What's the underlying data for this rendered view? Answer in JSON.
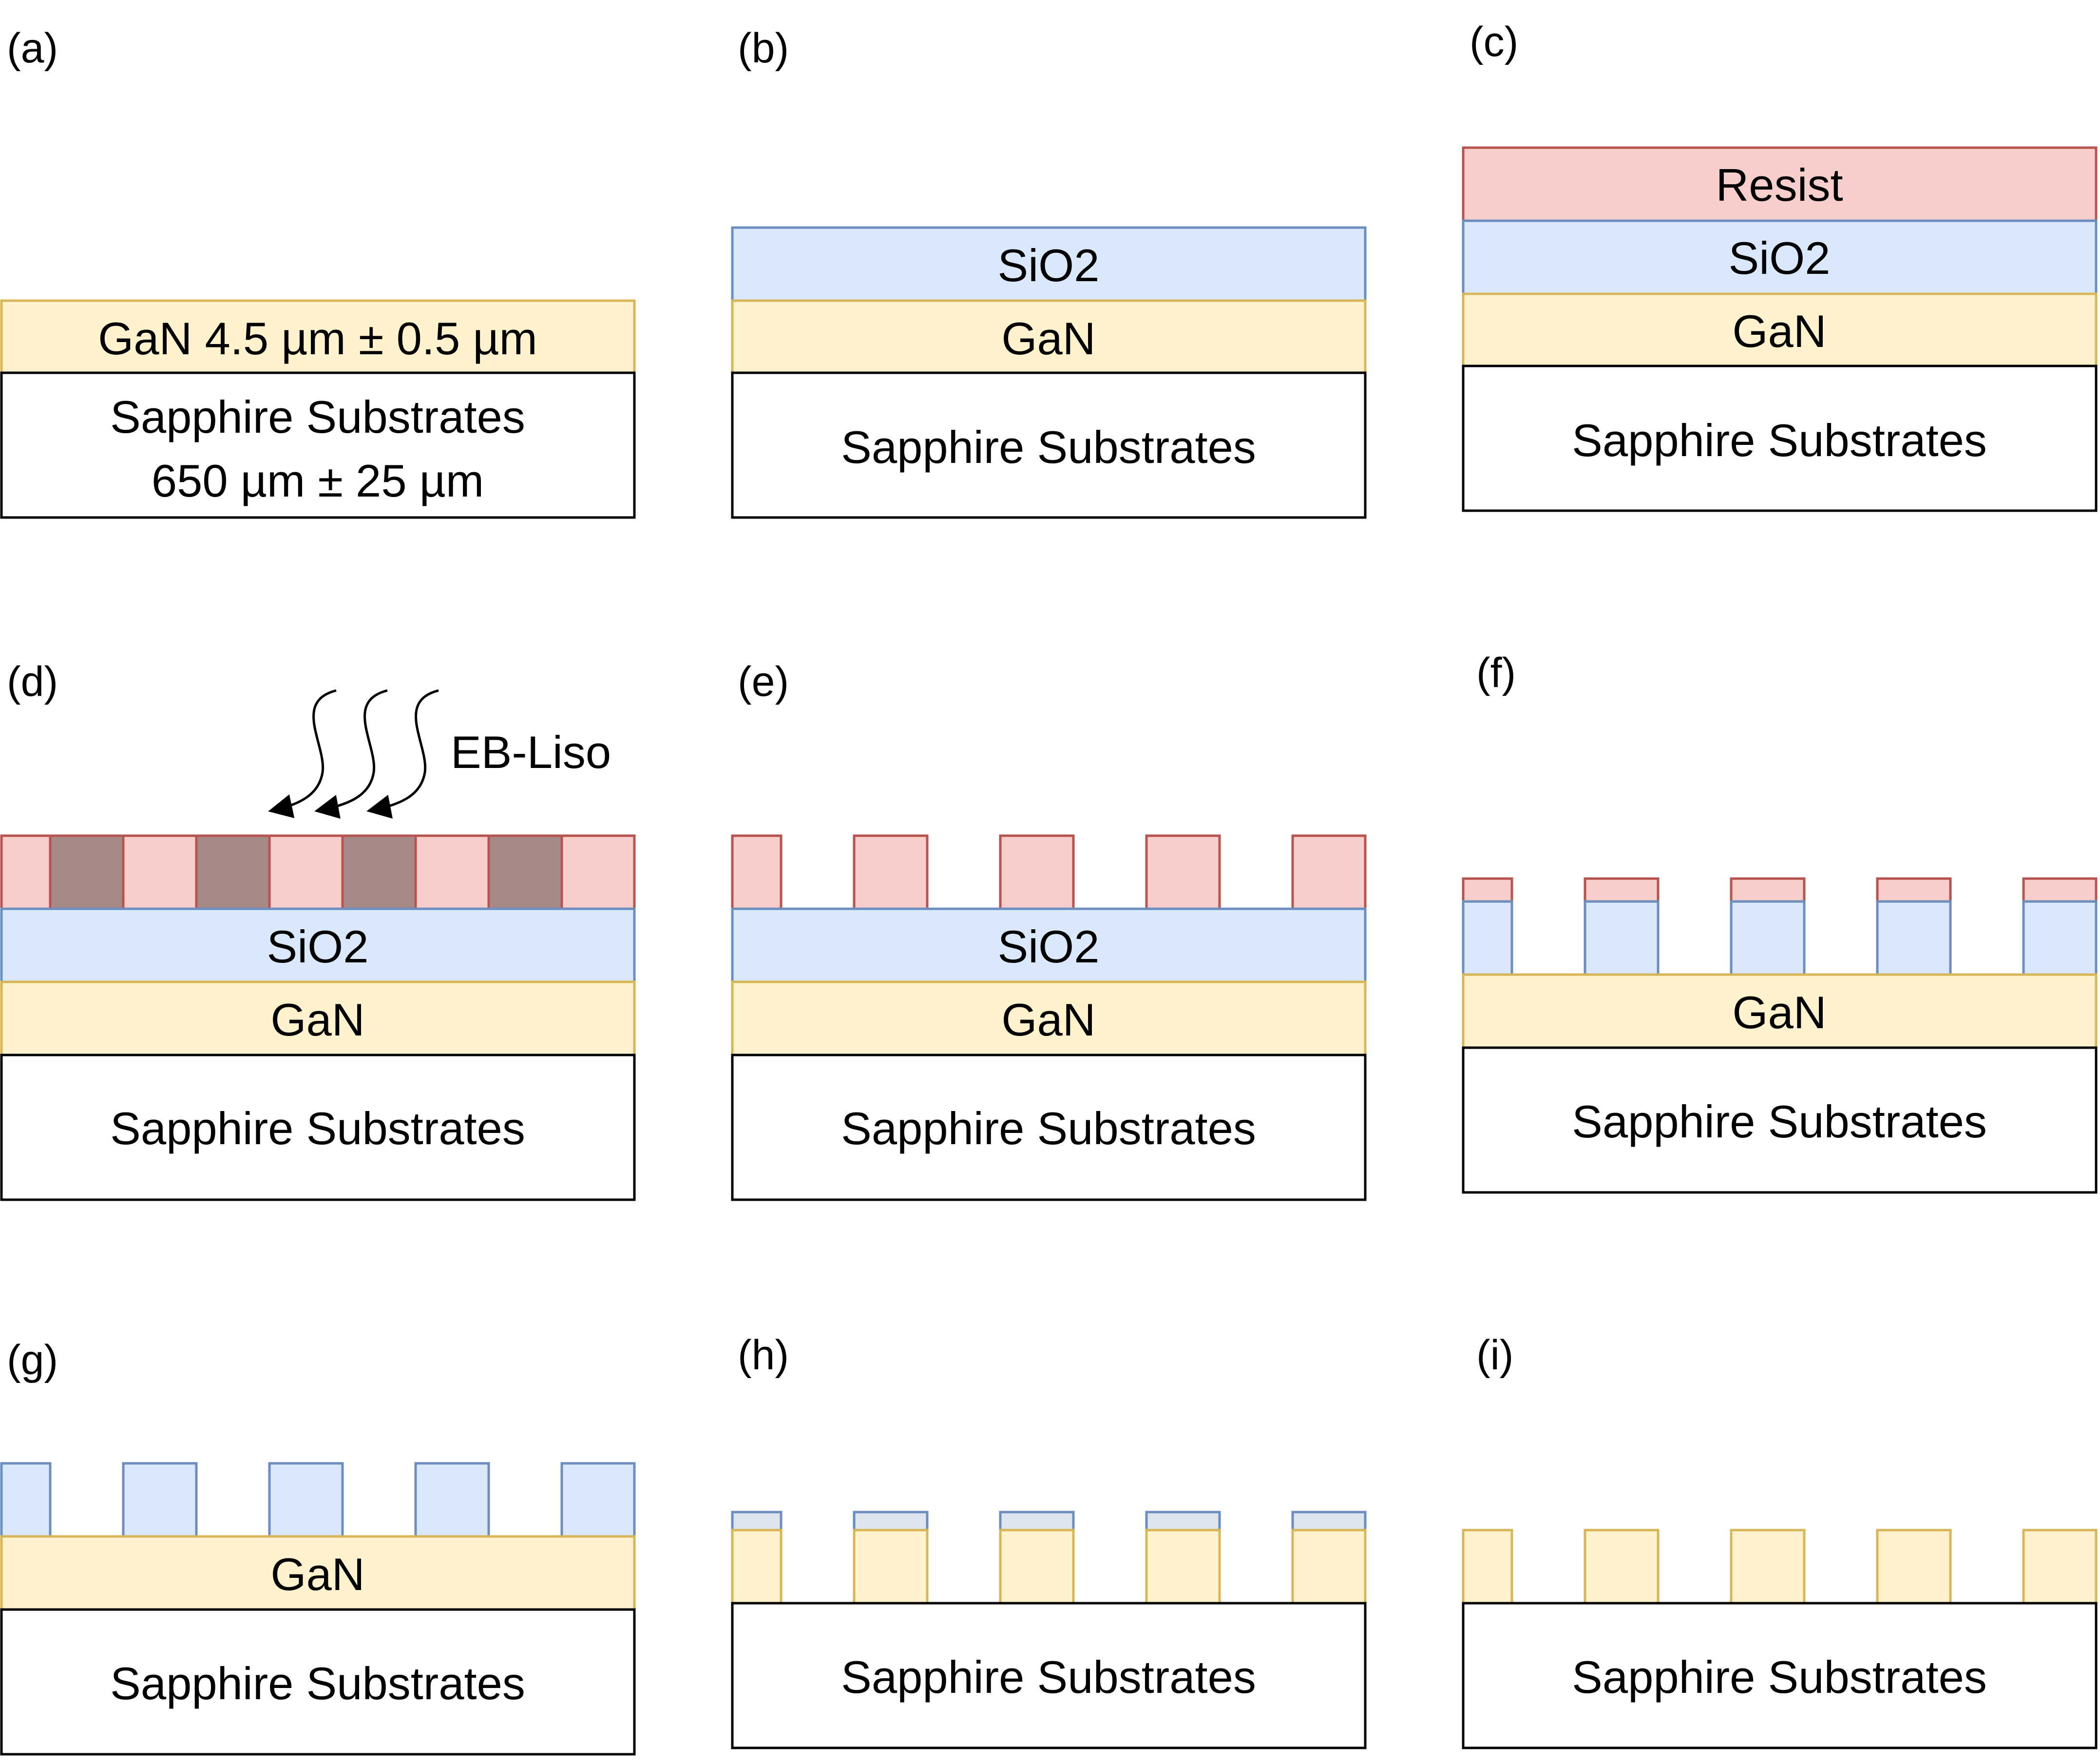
{
  "colors": {
    "resist_fill": "#f8cecc",
    "resist_stroke": "#b85450",
    "exposed_fill": "#a68a87",
    "sio2_fill": "#dae8fc",
    "sio2_stroke": "#6c8ebf",
    "sio2_thin_fill": "#dde4ee",
    "gan_fill": "#fff2cc",
    "gan_stroke": "#d6b656",
    "substrate_fill": "#ffffff",
    "substrate_stroke": "#000000"
  },
  "panels": {
    "a": {
      "label": "(a)",
      "gan": "GaN 4.5 µm ± 0.5 µm",
      "substrate_line1": "Sapphire Substrates",
      "substrate_line2": "650 µm ± 25 µm"
    },
    "b": {
      "label": "(b)",
      "sio2": "SiO2",
      "gan": "GaN",
      "substrate": "Sapphire Substrates"
    },
    "c": {
      "label": "(c)",
      "resist": "Resist",
      "sio2": "SiO2",
      "gan": "GaN",
      "substrate": "Sapphire Substrates"
    },
    "d": {
      "label": "(d)",
      "beam": "EB-Liso",
      "sio2": "SiO2",
      "gan": "GaN",
      "substrate": "Sapphire Substrates"
    },
    "e": {
      "label": "(e)",
      "sio2": "SiO2",
      "gan": "GaN",
      "substrate": "Sapphire Substrates"
    },
    "f": {
      "label": "(f)",
      "gan": "GaN",
      "substrate": "Sapphire Substrates"
    },
    "g": {
      "label": "(g)",
      "gan": "GaN",
      "substrate": "Sapphire Substrates"
    },
    "h": {
      "label": "(h)",
      "substrate": "Sapphire Substrates"
    },
    "i": {
      "label": "(i)",
      "substrate": "Sapphire Substrates"
    }
  }
}
